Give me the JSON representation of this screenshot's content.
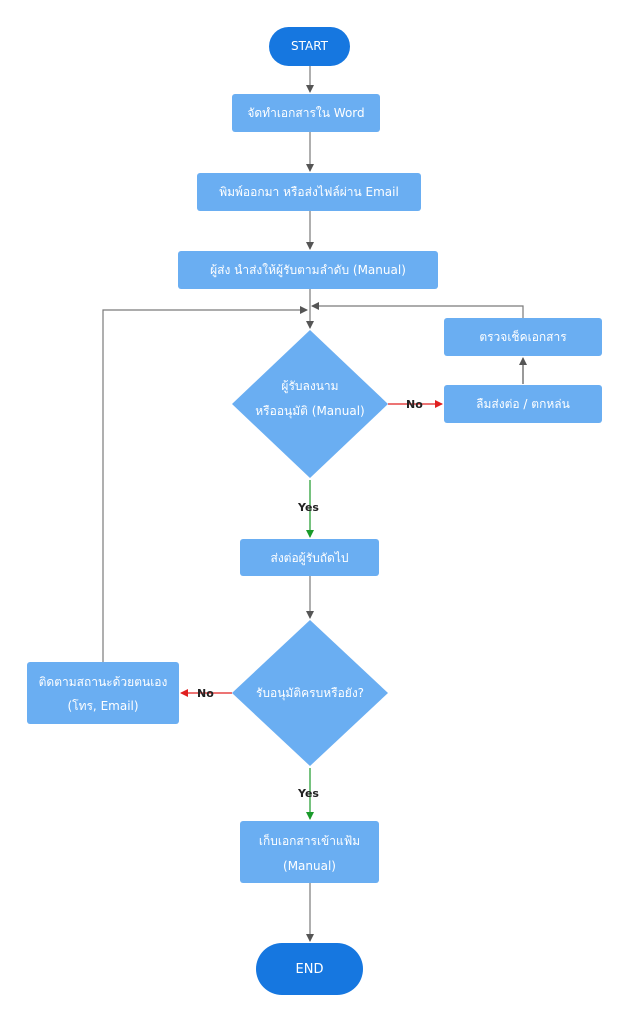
{
  "colors": {
    "terminal": "#1677e0",
    "process": "#6aaef2",
    "decision": "#6aaef2",
    "edge": "#7a7a7a",
    "yes_edge": "#1a9a2a",
    "no_edge": "#e02020"
  },
  "nodes": {
    "start": "START",
    "step1": "จัดทำเอกสารใน Word",
    "step2": "พิมพ์ออกมา หรือส่งไฟล์ผ่าน Email",
    "step3": "ผู้ส่ง นำส่งให้ผู้รับตามลำดับ (Manual)",
    "decision1_line1": "ผู้รับลงนาม",
    "decision1_line2": "หรืออนุมัติ (Manual)",
    "forgot": "ลืมส่งต่อ / ตกหล่น",
    "check_docs": "ตรวจเช็คเอกสาร",
    "forward": "ส่งต่อผู้รับถัดไป",
    "decision2": "รับอนุมัติครบหรือยัง?",
    "follow_up_line1": "ติดตามสถานะด้วยตนเอง",
    "follow_up_line2": "(โทร, Email)",
    "archive_line1": "เก็บเอกสารเข้าแฟ้ม",
    "archive_line2": "(Manual)",
    "end": "END"
  },
  "edge_labels": {
    "d1_no": "No",
    "d1_yes": "Yes",
    "d2_no": "No",
    "d2_yes": "Yes"
  }
}
